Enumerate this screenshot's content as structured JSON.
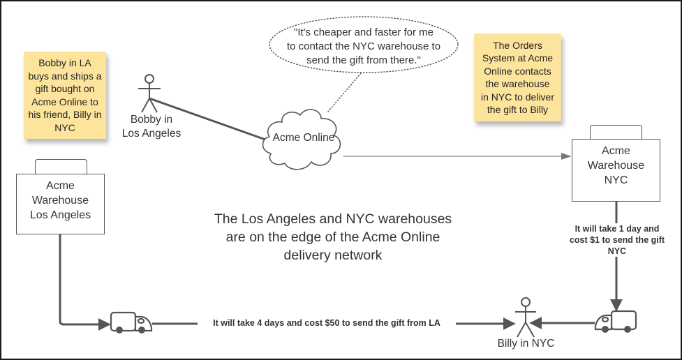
{
  "notes": {
    "bobby_note": "Bobby in LA\nbuys and ships a\ngift bought on\nAcme Online to\nhis friend, Billy in\nNYC",
    "orders_note": "The Orders\nSystem at Acme\nOnline contacts\nthe warehouse\nin NYC to deliver\nthe gift to Billy"
  },
  "speech_bubble": "\"It's cheaper and faster for me\nto contact the NYC warehouse to\nsend the gift from there.\"",
  "actors": {
    "bobby": "Bobby in\nLos Angeles",
    "billy": "Billy in NYC"
  },
  "cloud": {
    "label": "Acme Online"
  },
  "warehouses": {
    "la": "Acme\nWarehouse\nLos Angeles",
    "nyc": "Acme\nWarehouse\nNYC"
  },
  "center_text": "The Los Angeles and NYC warehouses\nare on the edge of the Acme Online\ndelivery network",
  "edges": {
    "la_route": "It will take 4 days and cost $50 to  send the gift from LA",
    "nyc_route": "It will take 1 day and\ncost $1 to send the gift\nNYC"
  },
  "colors": {
    "note_bg": "#fde49c",
    "line": "#555555"
  }
}
